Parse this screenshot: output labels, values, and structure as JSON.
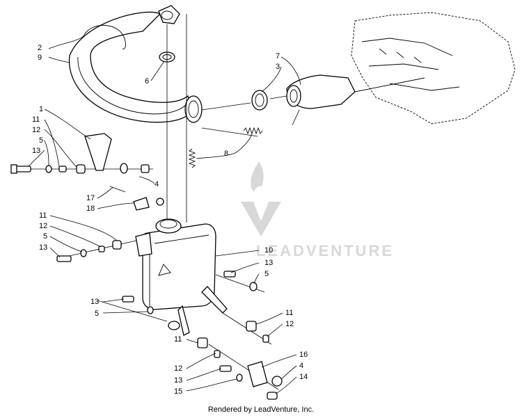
{
  "watermark": {
    "brand": "LEADVENTURE",
    "icon": "leadventure-flame-logo"
  },
  "footer": {
    "text": "Rendered by LeadVenture, Inc."
  },
  "callouts": {
    "c1": "1",
    "c2": "2",
    "c3": "3",
    "c4a": "4",
    "c4b": "4",
    "c5a": "5",
    "c5b": "5",
    "c5c": "5",
    "c5d": "5",
    "c6": "6",
    "c7": "7",
    "c8": "8",
    "c9": "9",
    "c10": "10",
    "c11a": "11",
    "c11b": "11",
    "c11c": "11",
    "c11d": "11",
    "c12a": "12",
    "c12b": "12",
    "c12c": "12",
    "c12d": "12",
    "c13a": "13",
    "c13b": "13",
    "c13c": "13",
    "c13d": "13",
    "c13e": "13",
    "c14": "14",
    "c15": "15",
    "c16": "16",
    "c17": "17",
    "c18": "18"
  }
}
